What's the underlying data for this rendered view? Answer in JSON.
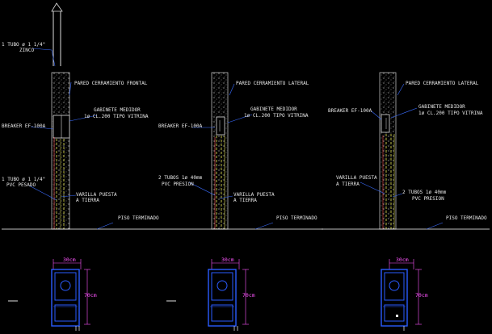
{
  "colors": {
    "background": "#000000",
    "wall": "#b8b8b8",
    "leader": "#3a6cff",
    "meter_blue": "#2a5bff",
    "dimension": "#ff55ff",
    "conduit": "#ffff55",
    "ground": "#ffffff"
  },
  "details": [
    {
      "id": "frontal",
      "top_note": [
        "1 TUBO ø 1 1/4\"",
        "ZINCO"
      ],
      "wall_label": "PARED CERRAMIENTO FRONTAL",
      "meter_label": [
        "GABINETE MEDIDOR",
        "1ø CL.200 TIPO VITRINA"
      ],
      "breaker_label": "BREAKER EF-100A",
      "conduit_label": [
        "1 TUBO ø 1 1/4\"",
        "PVC PESADO"
      ],
      "rod_label": [
        "VARILLA PUESTA",
        "A TIERRA"
      ],
      "floor_label": "PISO TERMINADO",
      "width_dim": "30cm",
      "height_dim": "70cm"
    },
    {
      "id": "lateral",
      "wall_label": "PARED CERRAMIENTO LATERAL",
      "meter_label": [
        "GABINETE MEDIDOR",
        "1ø CL.200 TIPO VITRINA"
      ],
      "breaker_label": "BREAKER EF-100A",
      "conduit_label": [
        "2 TUBOS 1ø 40mm",
        "PVC PRESION"
      ],
      "rod_label": [
        "VARILLA PUESTA",
        "A TIERRA"
      ],
      "floor_label": "PISO TERMINADO",
      "width_dim": "30cm",
      "height_dim": "70cm"
    },
    {
      "id": "lateral-2",
      "wall_label": "PARED CERRAMIENTO LATERAL",
      "meter_label": [
        "GABINETE MEDIDOR",
        "1ø CL.200 TIPO VITRINA"
      ],
      "breaker_label": "BREAKER EF-100A",
      "conduit_label": [
        "2 TUBOS 1ø 40mm",
        "PVC PRESION"
      ],
      "rod_label": [
        "VARILLA PUESTA",
        "A TIERRA"
      ],
      "floor_label": "PISO TERMINADO",
      "width_dim": "30cm",
      "height_dim": "70cm"
    }
  ]
}
